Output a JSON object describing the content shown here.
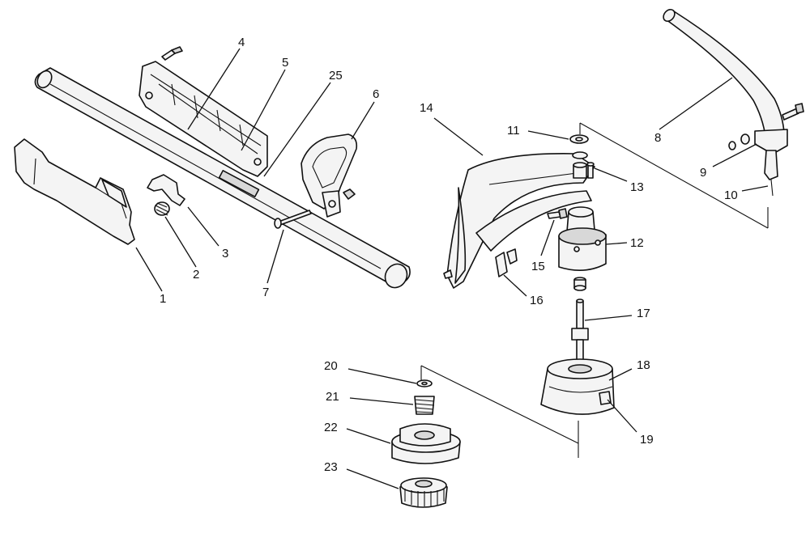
{
  "diagram": {
    "callouts": [
      {
        "id": "c1",
        "text": "1"
      },
      {
        "id": "c2",
        "text": "2"
      },
      {
        "id": "c3",
        "text": "3"
      },
      {
        "id": "c4",
        "text": "4"
      },
      {
        "id": "c5",
        "text": "5"
      },
      {
        "id": "c6",
        "text": "6"
      },
      {
        "id": "c7",
        "text": "7"
      },
      {
        "id": "c8",
        "text": "8"
      },
      {
        "id": "c9",
        "text": "9"
      },
      {
        "id": "c10",
        "text": "10"
      },
      {
        "id": "c11",
        "text": "11"
      },
      {
        "id": "c12",
        "text": "12"
      },
      {
        "id": "c13",
        "text": "13"
      },
      {
        "id": "c14",
        "text": "14"
      },
      {
        "id": "c15",
        "text": "15"
      },
      {
        "id": "c16",
        "text": "16"
      },
      {
        "id": "c17",
        "text": "17"
      },
      {
        "id": "c18",
        "text": "18"
      },
      {
        "id": "c19",
        "text": "19"
      },
      {
        "id": "c20",
        "text": "20"
      },
      {
        "id": "c21",
        "text": "21"
      },
      {
        "id": "c22",
        "text": "22"
      },
      {
        "id": "c23",
        "text": "23"
      },
      {
        "id": "c25",
        "text": "25"
      }
    ]
  }
}
